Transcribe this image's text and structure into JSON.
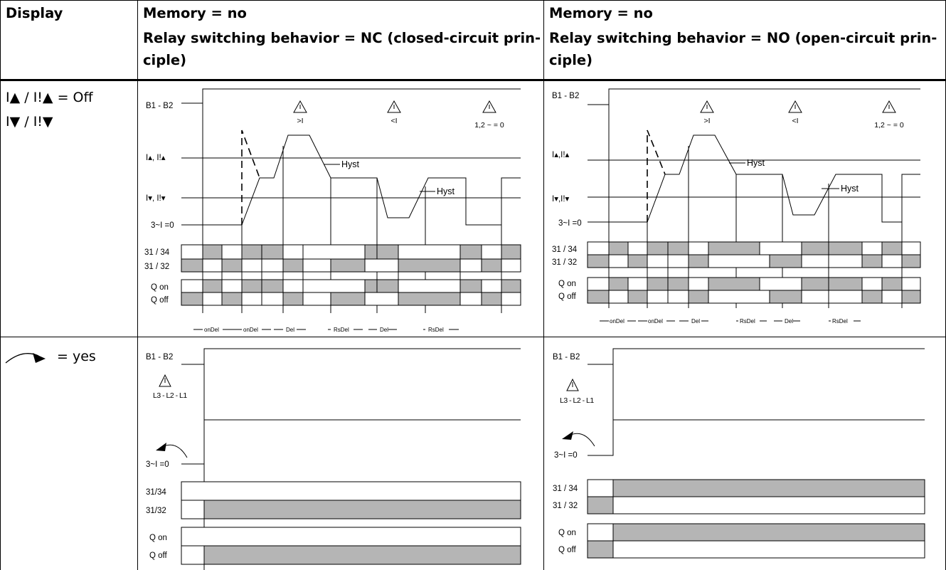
{
  "header": {
    "display": "Display",
    "col_nc": {
      "line1": "Memory = no",
      "line2": "Relay switching behavior = NC (closed-circuit prin-",
      "line3": "ciple)"
    },
    "col_no": {
      "line1": "Memory = no",
      "line2": "Relay switching behavior = NO (open-circuit prin-",
      "line3": "ciple)"
    }
  },
  "row1": {
    "display_line1": "I▲ / I!▲ = Off",
    "display_line2": "I▼ / I!▼"
  },
  "row2": {
    "display_suffix": "= yes"
  },
  "diagram_labels": {
    "b1b2": "B1 - B2",
    "i_up_nc": "I▴, I!▴",
    "i_dn_nc": "I▾, I!▾",
    "i_up_no": "I▴,I!▴",
    "i_dn_no": "I▾,I!▾",
    "three_i_zero": "3~I =0",
    "r3134": "31 / 34",
    "r3132": "31 / 32",
    "r3134b": "31/34",
    "r3132b": "31/32",
    "qon": "Q on",
    "qoff": "Q off",
    "hyst": "Hyst",
    "warn_over": ">I",
    "warn_under": "<I",
    "warn_zero": "1,2 ~ = 0",
    "phase": "L3 - L2 - L1",
    "ondel": "onDel",
    "del": "Del",
    "rsdel": "RsDel"
  }
}
